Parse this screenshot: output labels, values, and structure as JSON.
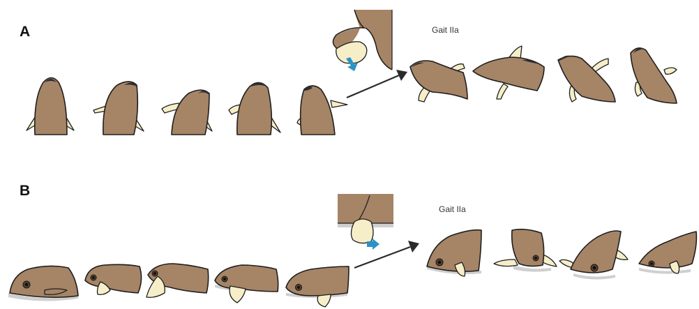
{
  "panels": {
    "a": {
      "label": "A",
      "gait_label": "Gait IIa"
    },
    "b": {
      "label": "B",
      "gait_label": "Gait IIa"
    }
  },
  "colors": {
    "body": "#a68466",
    "fin": "#f5eec8",
    "outline": "#1e1e1e",
    "markings": "#2e2e32",
    "direction_arrow": "#2b93c8",
    "transition_arrow": "#2b2b2b"
  }
}
